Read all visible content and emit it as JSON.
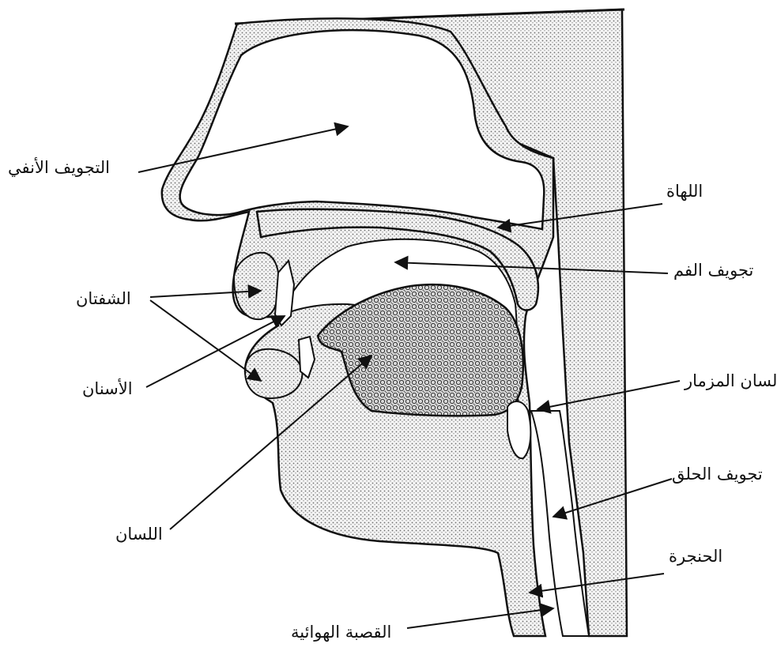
{
  "labels": {
    "nasal_cavity": "التجويف الأنفي",
    "uvula": "اللهاة",
    "oral_cavity": "تجويف الفم",
    "lips": "الشفتان",
    "teeth": "الأسنان",
    "epiglottis": "لسان المزمار",
    "pharynx": "تجويف الحلق",
    "tongue": "اللسان",
    "larynx": "الحنجرة",
    "trachea": "القصبة الهوائية"
  },
  "colors": {
    "ink": "#111111",
    "stipple": "#6e6e6e",
    "tongue_fill": "#3a3a3a"
  }
}
